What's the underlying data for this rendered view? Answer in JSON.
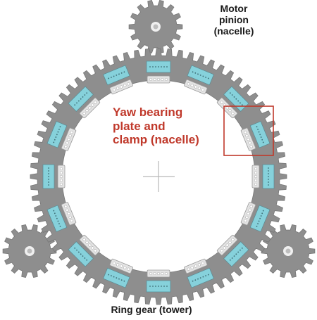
{
  "labels": {
    "motor_pinion": [
      "Motor",
      "pinion",
      "(nacelle)"
    ],
    "yaw_bearing": [
      "Yaw bearing",
      "plate and",
      "clamp (nacelle)"
    ],
    "ring_gear": "Ring gear (tower)"
  },
  "colors": {
    "gear": "#8e8e8e",
    "gear_edge": "#777777",
    "pad": "#86d1db",
    "pad_edge": "#5a8a92",
    "clamp": "#e3e3e3",
    "clamp_edge": "#9a9a9a",
    "hub": "#f0f0f0",
    "highlight": "#c0392b",
    "crosshair": "#b8b8b8"
  },
  "diagram": {
    "ring_teeth": 72,
    "clamp_count": 16,
    "pinion_teeth": 14,
    "highlighted_clamp": 2
  }
}
